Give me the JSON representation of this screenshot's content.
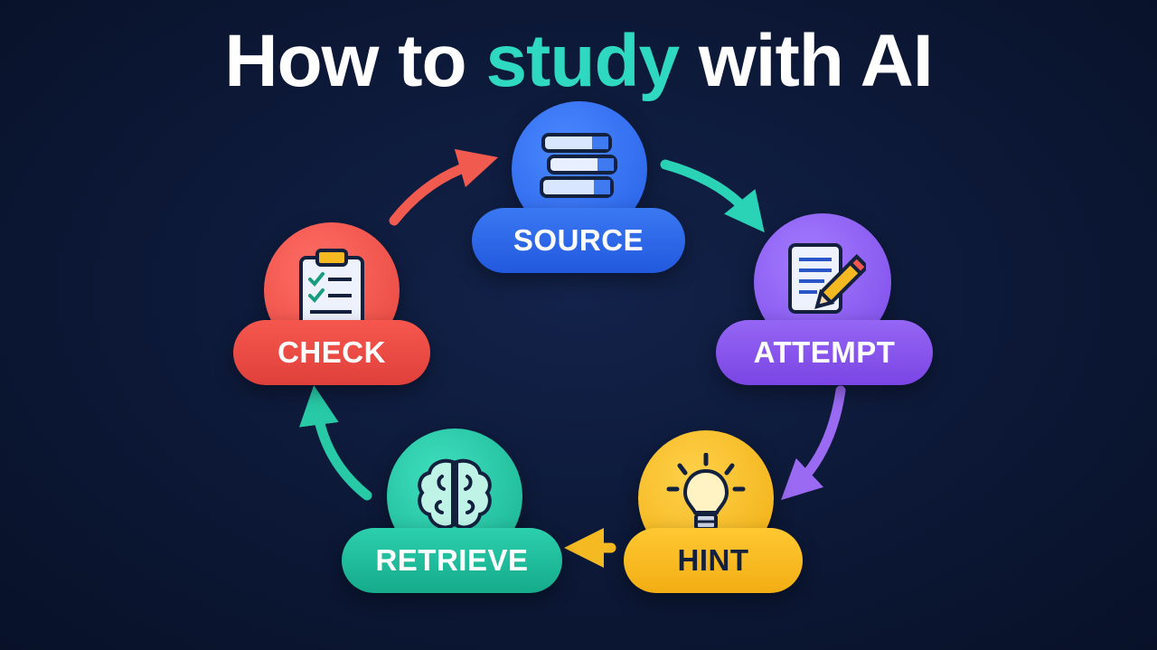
{
  "title": {
    "part1": "How to ",
    "accent": "study",
    "part2": " with AI"
  },
  "colors": {
    "source": "#2f6cf0",
    "attempt": "#8b5cf0",
    "hint": "#f5b921",
    "retrieve": "#1fbf9f",
    "check": "#f1574f",
    "title_accent": "#2fd8c0"
  },
  "steps": [
    {
      "id": "source",
      "label": "SOURCE",
      "icon": "books-icon"
    },
    {
      "id": "attempt",
      "label": "ATTEMPT",
      "icon": "notepad-pencil-icon"
    },
    {
      "id": "hint",
      "label": "HINT",
      "icon": "lightbulb-icon"
    },
    {
      "id": "retrieve",
      "label": "RETRIEVE",
      "icon": "brain-icon"
    },
    {
      "id": "check",
      "label": "CHECK",
      "icon": "clipboard-checklist-icon"
    }
  ]
}
